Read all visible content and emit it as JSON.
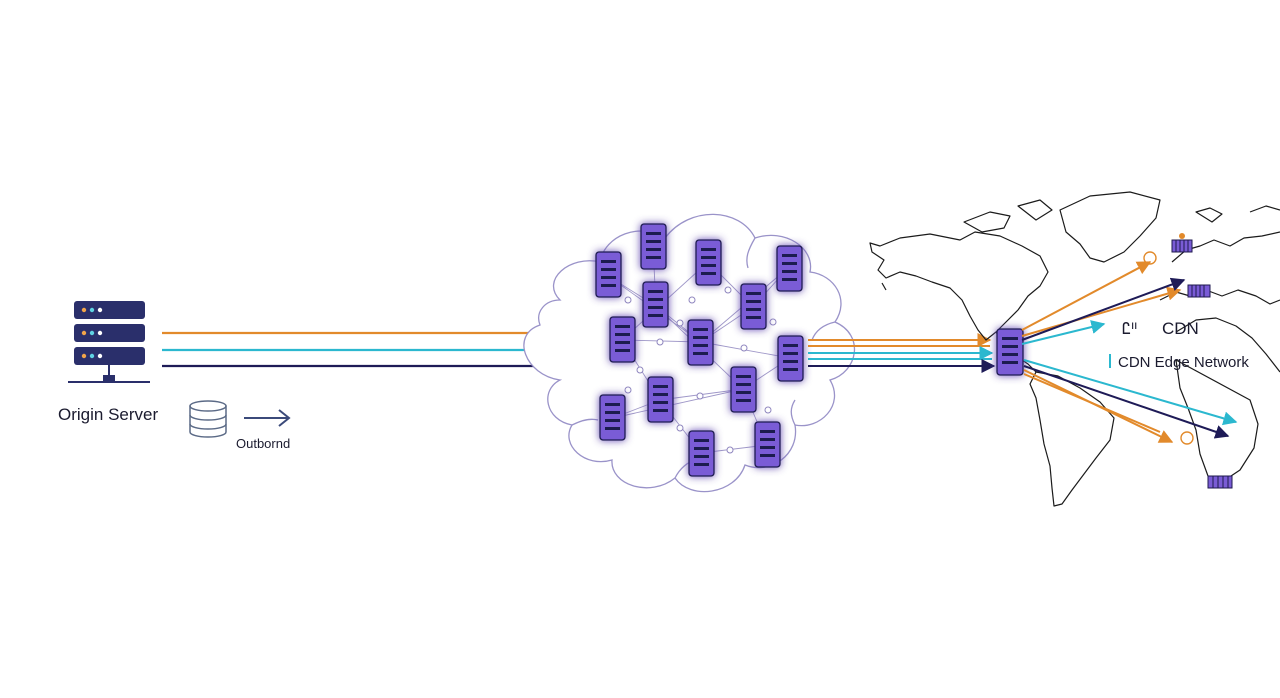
{
  "labels": {
    "origin": "Origin Server",
    "outbound": "Outbornd",
    "cdn": "CDN",
    "cdn_glyph": "Ꮭᐦ",
    "edge": "CDN Edge Network"
  },
  "colors": {
    "orange": "#e28a2b",
    "teal": "#2bb8cf",
    "navy": "#1e1b57",
    "server_fill": "#7a5cd6",
    "server_dark": "#1f1a4f",
    "origin_fill": "#2a2f6b",
    "cloud_stroke": "#9a93c9",
    "map_stroke": "#1b1b1b"
  },
  "icons": {
    "origin": "server-rack-icon",
    "database": "database-icon",
    "arrow": "arrow-right-icon",
    "cloud_server": "server-icon",
    "edge_server": "edge-server-icon",
    "pop_marker": "pop-marker-icon"
  }
}
